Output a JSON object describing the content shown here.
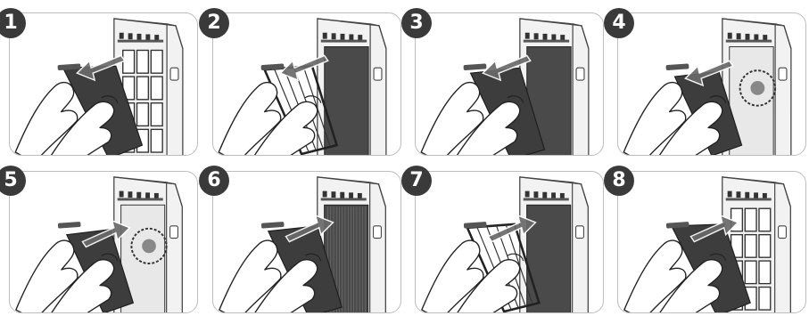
{
  "steps": [
    {
      "number": "1",
      "action": "remove",
      "filter": "pre-filter"
    },
    {
      "number": "2",
      "action": "remove",
      "filter": "carbon-filter-frame"
    },
    {
      "number": "3",
      "action": "remove",
      "filter": "hepa-filter"
    },
    {
      "number": "4",
      "action": "remove",
      "filter": "rear-filter"
    },
    {
      "number": "5",
      "action": "insert",
      "filter": "rear-filter"
    },
    {
      "number": "6",
      "action": "insert",
      "filter": "hepa-filter"
    },
    {
      "number": "7",
      "action": "insert",
      "filter": "carbon-filter-frame"
    },
    {
      "number": "8",
      "action": "insert",
      "filter": "pre-filter"
    }
  ],
  "colors": {
    "badge": "#3a3a3a",
    "border": "#bdbdbd",
    "filter": "#3d3d3d",
    "arrow": "#6a6a6a"
  }
}
